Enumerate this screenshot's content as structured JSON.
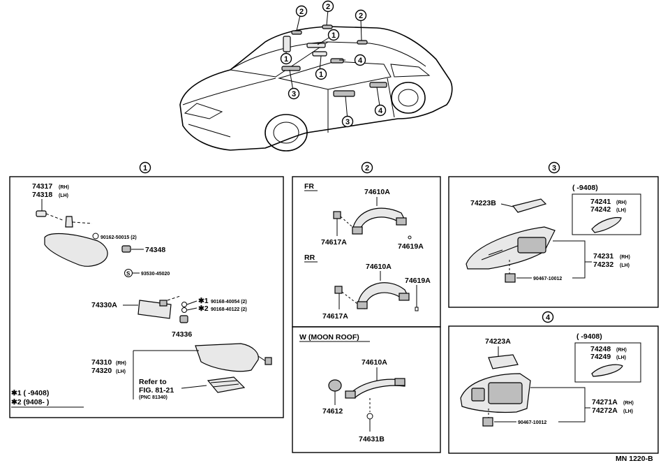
{
  "callouts": {
    "c1": "1",
    "c2": "2",
    "c3": "3",
    "c4": "4"
  },
  "panel1": {
    "p74317": "74317",
    "p74317_side": "(RH)",
    "p74318": "74318",
    "p74318_side": "(LH)",
    "p90162": "90162-50015 (2)",
    "p74348": "74348",
    "p93530": "93530-45020",
    "p74330A": "74330A",
    "mark1": "✱1",
    "mark2": "✱2",
    "p90168a": "90168-40054 (2)",
    "p90168b": "90168-40122 (2)",
    "p74336": "74336",
    "p74310": "74310",
    "p74310_side": "(RH)",
    "p74320": "74320",
    "p74320_side": "(LH)",
    "refer1": "Refer to",
    "refer2": "FIG. 81-21",
    "refer3": "(PNC 81340)",
    "legend1": "✱1 (      -9408)",
    "legend2": "✱2 (9408-      )"
  },
  "panel2": {
    "fr": "FR",
    "rr": "RR",
    "p74610A_1": "74610A",
    "p74617A_1": "74617A",
    "p74619A_1": "74619A",
    "p74610A_2": "74610A",
    "p74619A_2": "74619A",
    "p74617A_2": "74617A"
  },
  "panelW": {
    "title": "W (MOON  ROOF)",
    "p74610A": "74610A",
    "p74612": "74612",
    "p74631B": "74631B"
  },
  "panel3": {
    "p74223B": "74223B",
    "range": "(      -9408)",
    "p74241": "74241",
    "p74241_side": "(RH)",
    "p74242": "74242",
    "p74242_side": "(LH)",
    "p74231": "74231",
    "p74231_side": "(RH)",
    "p74232": "74232",
    "p74232_side": "(LH)",
    "p90467": "90467-10012"
  },
  "panel4": {
    "p74223A": "74223A",
    "range": "(      -9408)",
    "p74248": "74248",
    "p74248_side": "(RH)",
    "p74249": "74249",
    "p74249_side": "(LH)",
    "p74271A": "74271A",
    "p74271A_side": "(RH)",
    "p74272A": "74272A",
    "p74272A_side": "(LH)",
    "p90467": "90467-10012"
  },
  "footer": "MN  1220-B"
}
